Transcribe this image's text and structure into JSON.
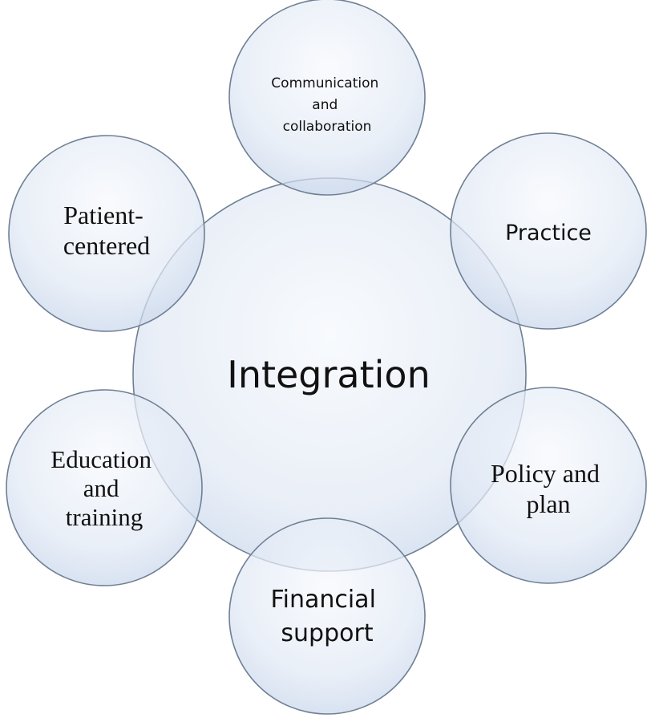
{
  "diagram": {
    "center": {
      "label": "Integration"
    },
    "nodes": [
      {
        "id": "communication",
        "lines": [
          "Communication",
          "and",
          "collaboration"
        ]
      },
      {
        "id": "practice",
        "lines": [
          "Practice"
        ]
      },
      {
        "id": "policy",
        "lines": [
          "Policy and",
          "plan"
        ]
      },
      {
        "id": "financial",
        "lines": [
          "Financial",
          "support"
        ]
      },
      {
        "id": "education",
        "lines": [
          "Education",
          "and",
          "training"
        ]
      },
      {
        "id": "patient",
        "lines": [
          "Patient-",
          "centered"
        ]
      }
    ]
  },
  "colors": {
    "bubble_light": "#f4f7fc",
    "bubble_dark": "#c8d6ea",
    "stroke": "#6f7f94",
    "text": "#111111"
  }
}
